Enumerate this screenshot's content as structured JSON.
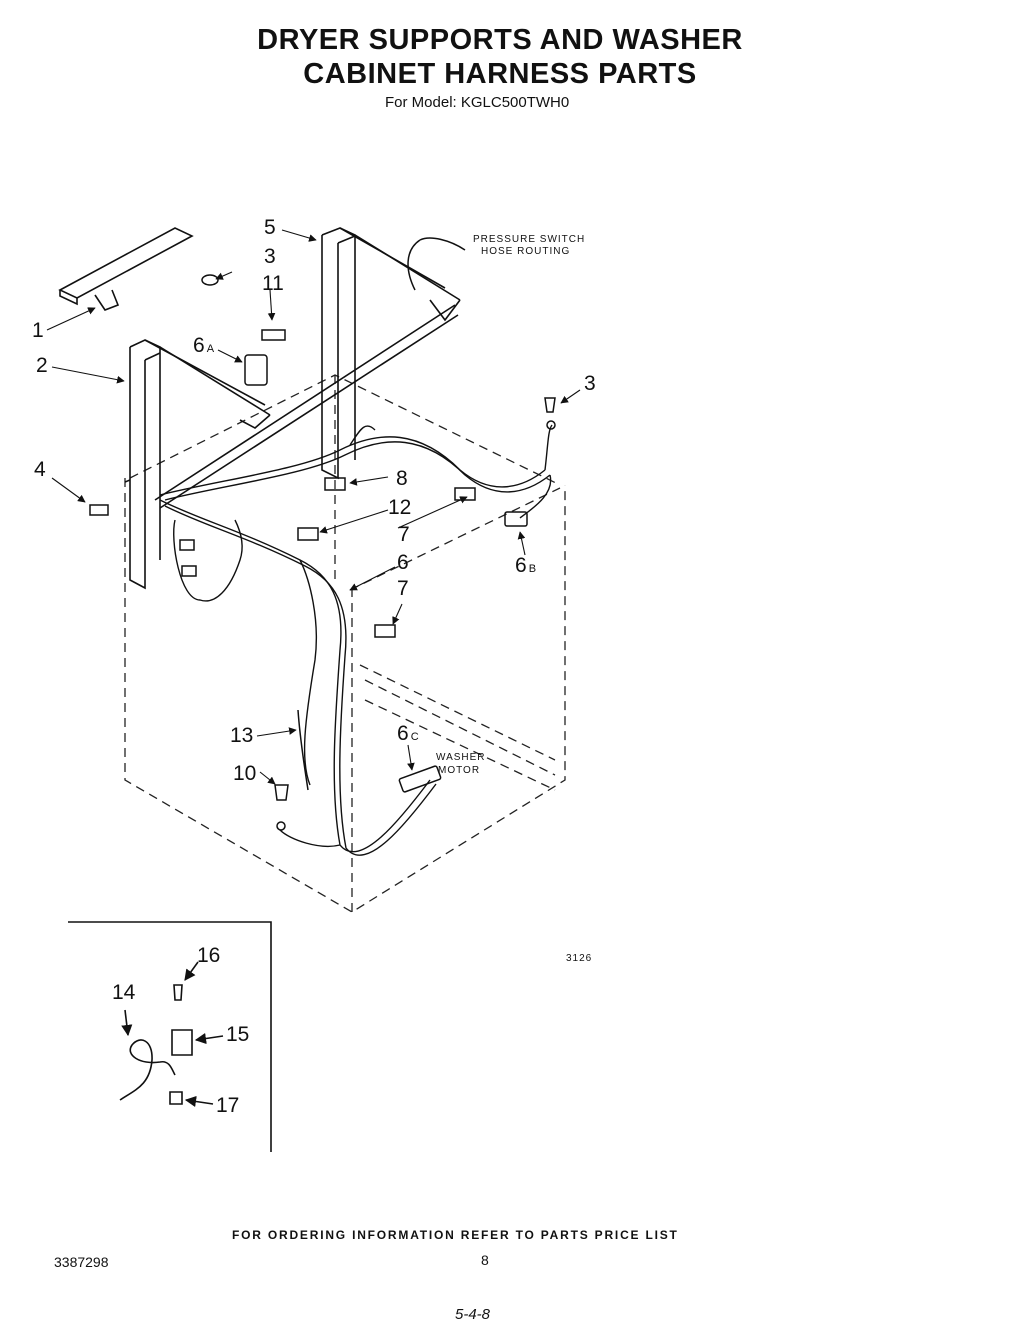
{
  "header": {
    "title_line1": "DRYER SUPPORTS AND WASHER",
    "title_line2": "CABINET HARNESS PARTS",
    "model": "For Model: KGLC500TWH0"
  },
  "callouts": {
    "c1": "1",
    "c2": "2",
    "c3a": "3",
    "c3b": "3",
    "c4": "4",
    "c5": "5",
    "c6": "6",
    "c6a": "6",
    "c6a_sub": "A",
    "c6b": "6",
    "c6b_sub": "B",
    "c6c": "6",
    "c6c_sub": "C",
    "c7a": "7",
    "c7b": "7",
    "c8": "8",
    "c10": "10",
    "c11": "11",
    "c12": "12",
    "c13": "13",
    "c14": "14",
    "c15": "15",
    "c16": "16",
    "c17": "17"
  },
  "notes": {
    "pressure_line1": "PRESSURE SWITCH",
    "pressure_line2": "HOSE ROUTING",
    "motor_line1": "WASHER",
    "motor_line2": "MOTOR",
    "figure_code": "3126"
  },
  "footer": {
    "ordering": "FOR ORDERING INFORMATION REFER TO PARTS PRICE LIST",
    "doc_number": "3387298",
    "page_number": "8",
    "stamp": "5-4-8"
  }
}
